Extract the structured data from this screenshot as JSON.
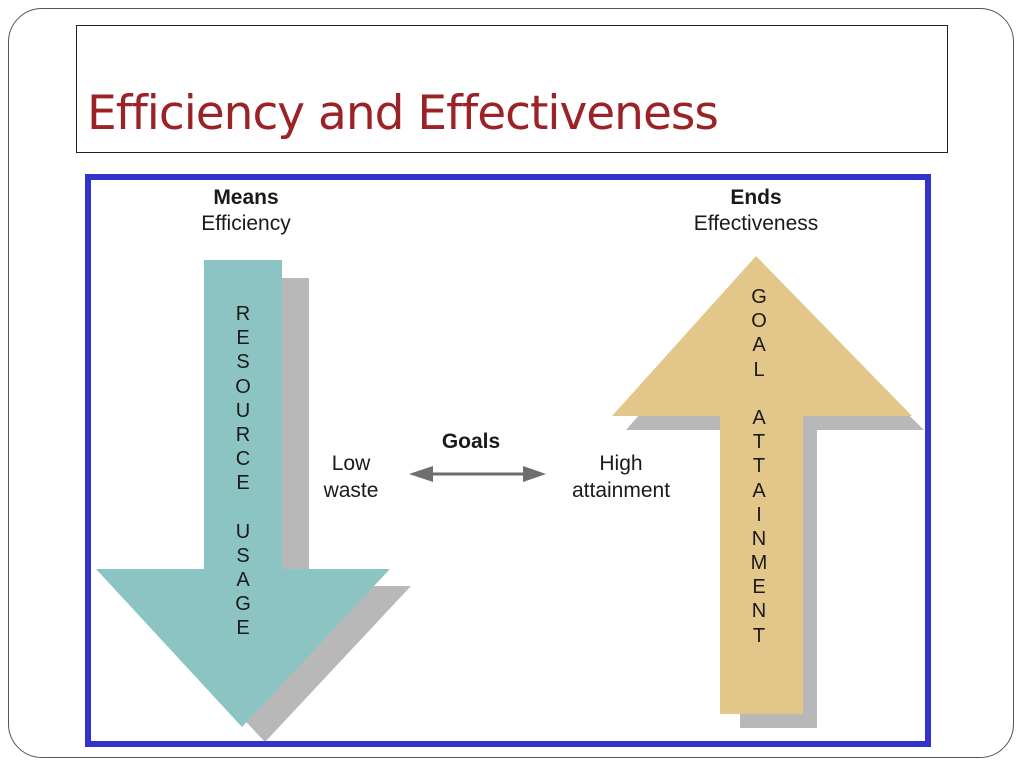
{
  "slide": {
    "title": "Efficiency and Effectiveness"
  },
  "diagram": {
    "left_column": {
      "heading": "Means",
      "subheading": "Efficiency",
      "arrow_text": "RESOURCE USAGE",
      "arrow_color": "#8cc4c4",
      "side_label_line1": "Low",
      "side_label_line2": "waste"
    },
    "right_column": {
      "heading": "Ends",
      "subheading": "Effectiveness",
      "arrow_text": "GOAL ATTAINMENT",
      "arrow_color": "#e3c68a",
      "side_label_line1": "High",
      "side_label_line2": "attainment"
    },
    "center": {
      "label": "Goals",
      "connector": "double-arrow"
    },
    "border_color": "#3333cc",
    "title_color": "#9b2226"
  }
}
